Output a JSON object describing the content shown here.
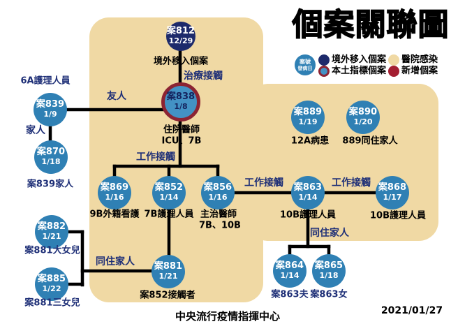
{
  "title": "個案關聯圖",
  "legend": {
    "badge_line1": "案號",
    "badge_line2": "發病日",
    "items": [
      {
        "label": "境外移入個案",
        "color": "#1d2a6b"
      },
      {
        "label": "醫院感染",
        "color": "#f0d9a4"
      },
      {
        "label": "本土指標個案",
        "color": "#4392c4",
        "ring_color": "#8c2433"
      },
      {
        "label": "新增個案",
        "color": "#a41e31"
      }
    ]
  },
  "colors": {
    "zone_beige": "#f0d9a4",
    "node_blue": "#2f80b4",
    "imported_navy": "#1d2a6b",
    "index_blue": "#4392c4",
    "index_ring": "#8c2433",
    "new_case_red": "#a41e31",
    "label_navy": "#1e2f77",
    "edge_black": "#000000"
  },
  "nodes": [
    {
      "id": "案812",
      "date": "12/29",
      "type": "imported"
    },
    {
      "id": "案838",
      "date": "1/8",
      "type": "index"
    },
    {
      "id": "案839",
      "date": "1/9",
      "type": "case"
    },
    {
      "id": "案870",
      "date": "1/18",
      "type": "case"
    },
    {
      "id": "案869",
      "date": "1/16",
      "type": "case"
    },
    {
      "id": "案852",
      "date": "1/14",
      "type": "case"
    },
    {
      "id": "案856",
      "date": "1/16",
      "type": "case"
    },
    {
      "id": "案863",
      "date": "1/14",
      "type": "case"
    },
    {
      "id": "案868",
      "date": "1/17",
      "type": "case"
    },
    {
      "id": "案889",
      "date": "1/19",
      "type": "case"
    },
    {
      "id": "案890",
      "date": "1/20",
      "type": "case"
    },
    {
      "id": "案881",
      "date": "1/21",
      "type": "case"
    },
    {
      "id": "案882",
      "date": "1/21",
      "type": "case"
    },
    {
      "id": "案885",
      "date": "1/22",
      "type": "case"
    },
    {
      "id": "案864",
      "date": "1/14",
      "type": "case"
    },
    {
      "id": "案865",
      "date": "1/18",
      "type": "case"
    }
  ],
  "captions": [
    "境外移入個案",
    "住院醫師",
    "ICU、7B",
    "9B外籍看護",
    "7B護理人員",
    "主治醫師",
    "7B、10B",
    "10B護理人員",
    "10B護理人員",
    "12A病患",
    "889同住家人",
    "案852接觸者"
  ],
  "side_labels": [
    "6A護理人員",
    "案839家人",
    "案881大女兒",
    "案881三女兒",
    "案863夫",
    "案863女"
  ],
  "edge_labels": [
    "治療接觸",
    "友人",
    "家人",
    "工作接觸",
    "工作接觸",
    "工作接觸",
    "同住家人",
    "同住家人"
  ],
  "edges": [
    {
      "from": "案812",
      "to": "案838",
      "label": "治療接觸"
    },
    {
      "from": "案839",
      "to": "案838",
      "label": "友人"
    },
    {
      "from": "案839",
      "to": "案870",
      "label": "家人"
    },
    {
      "from": "案838",
      "to": "案869",
      "label": "工作接觸"
    },
    {
      "from": "案838",
      "to": "案852",
      "label": "工作接觸"
    },
    {
      "from": "案838",
      "to": "案856",
      "label": "工作接觸"
    },
    {
      "from": "案856",
      "to": "案863",
      "label": "工作接觸"
    },
    {
      "from": "案863",
      "to": "案868",
      "label": "工作接觸"
    },
    {
      "from": "案852",
      "to": "案881",
      "label": ""
    },
    {
      "from": "案881",
      "to": "案882",
      "label": "同住家人"
    },
    {
      "from": "案881",
      "to": "案885",
      "label": "同住家人"
    },
    {
      "from": "案863",
      "to": "案864",
      "label": "同住家人"
    },
    {
      "from": "案863",
      "to": "案865",
      "label": "同住家人"
    }
  ],
  "footer": {
    "org": "中央流行疫情指揮中心",
    "date": "2021/01/27"
  }
}
